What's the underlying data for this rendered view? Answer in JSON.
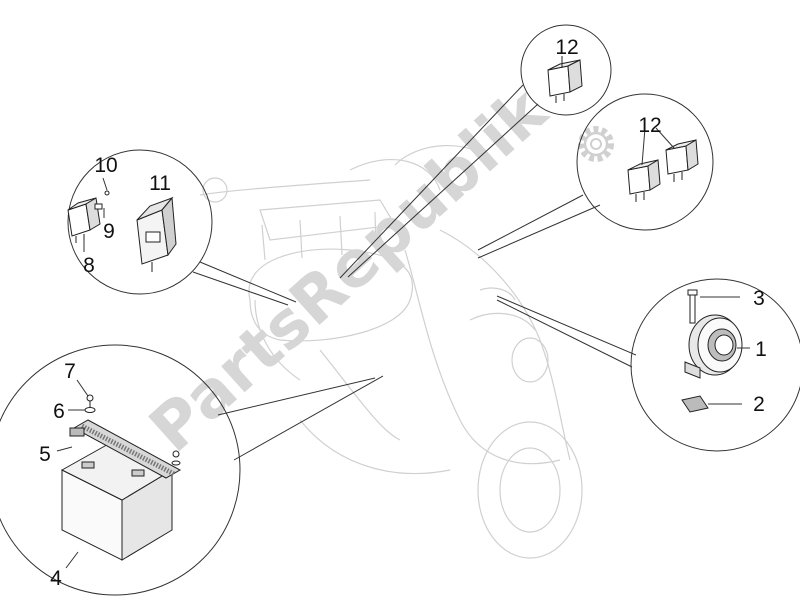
{
  "diagram": {
    "watermark": "PartsRepublik",
    "callouts": [
      {
        "id": "1",
        "text": "1"
      },
      {
        "id": "2",
        "text": "2"
      },
      {
        "id": "3",
        "text": "3"
      },
      {
        "id": "4",
        "text": "4"
      },
      {
        "id": "5",
        "text": "5"
      },
      {
        "id": "6",
        "text": "6"
      },
      {
        "id": "7",
        "text": "7"
      },
      {
        "id": "8",
        "text": "8"
      },
      {
        "id": "9",
        "text": "9"
      },
      {
        "id": "10",
        "text": "10"
      },
      {
        "id": "11",
        "text": "11"
      },
      {
        "id": "12a",
        "text": "12"
      },
      {
        "id": "12b",
        "text": "12"
      }
    ],
    "icons": {
      "gear": "gear-icon"
    }
  }
}
